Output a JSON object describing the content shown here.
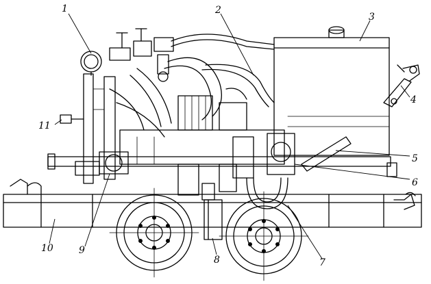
{
  "callouts": [
    {
      "id": "c1",
      "text": "1"
    },
    {
      "id": "c2",
      "text": "2"
    },
    {
      "id": "c3",
      "text": "3"
    },
    {
      "id": "c4",
      "text": "4"
    },
    {
      "id": "c5",
      "text": "5"
    },
    {
      "id": "c6",
      "text": "6"
    },
    {
      "id": "c7",
      "text": "7"
    },
    {
      "id": "c8",
      "text": "8"
    },
    {
      "id": "c9",
      "text": "9"
    },
    {
      "id": "c10",
      "text": "10"
    },
    {
      "id": "c11",
      "text": "11"
    }
  ]
}
